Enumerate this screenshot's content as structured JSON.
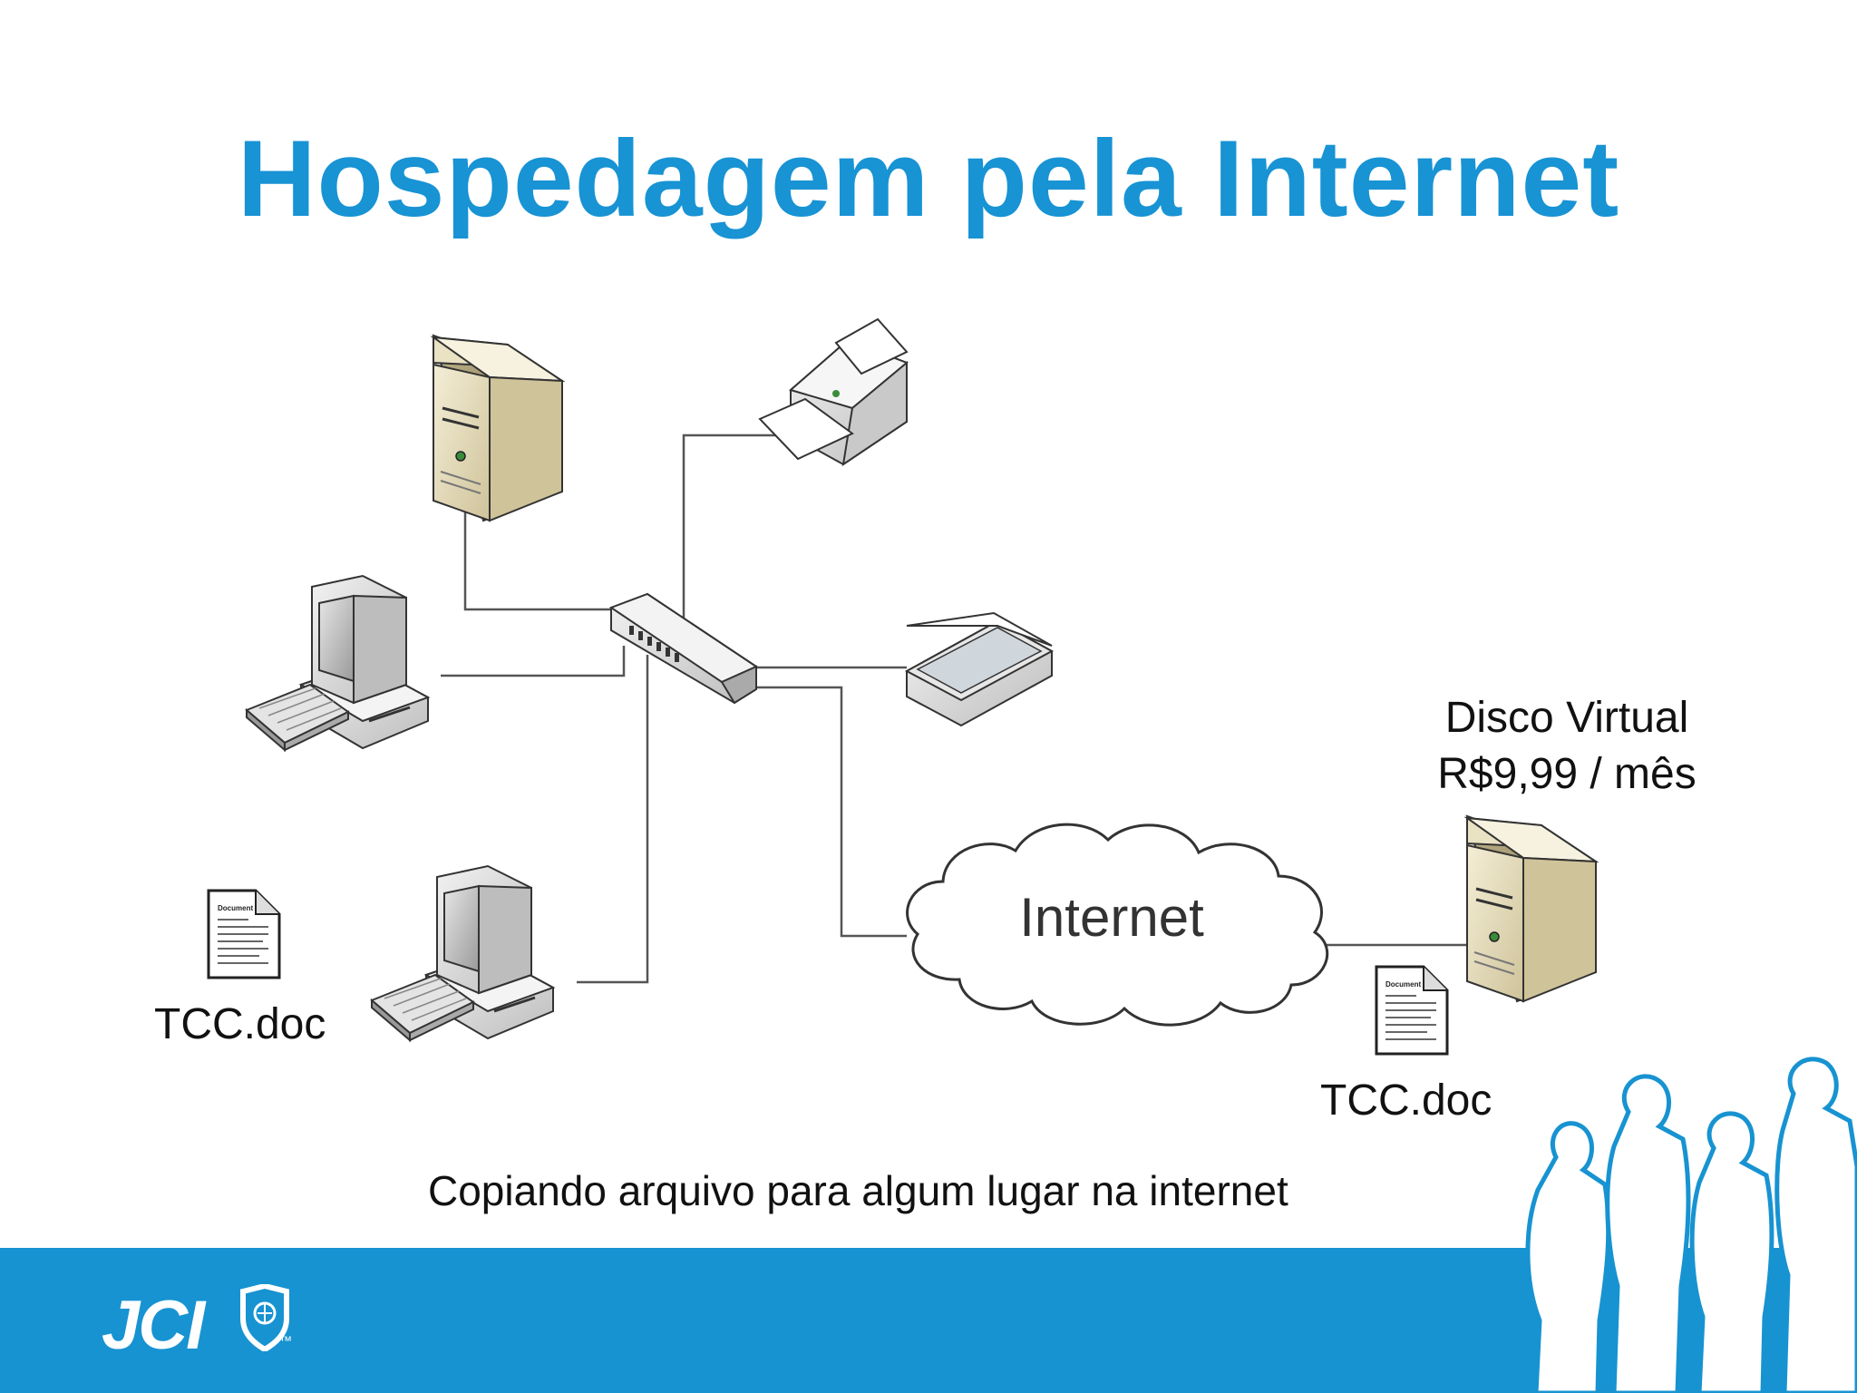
{
  "slide": {
    "title": "Hospedagem pela Internet",
    "caption": "Copiando arquivo para algum lugar na internet"
  },
  "diagram": {
    "cloud_label": "Internet",
    "local_file_label": "TCC.doc",
    "remote_file_label": "TCC.doc",
    "remote_server_title": "Disco Virtual",
    "remote_server_price": "R$9,99 / mês",
    "document_icon_text": "Document"
  },
  "branding": {
    "logo_text": "JCI",
    "trademark": "™"
  },
  "colors": {
    "title": "#1893d4",
    "footer": "#1793d1",
    "line": "#555555"
  }
}
